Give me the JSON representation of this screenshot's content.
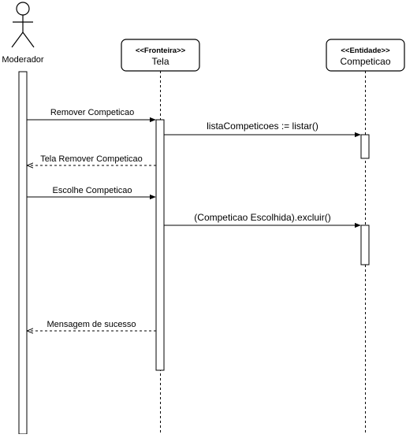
{
  "actors": {
    "moderador": {
      "name": "Moderador"
    }
  },
  "participants": {
    "tela": {
      "stereotype": "<<Fronteira>>",
      "name": "Tela"
    },
    "competicao": {
      "stereotype": "<<Entidade>>",
      "name": "Competicao"
    }
  },
  "messages": [
    {
      "label": "Remover Competicao",
      "kind": "sync"
    },
    {
      "label": "listaCompeticoes := listar()",
      "kind": "sync"
    },
    {
      "label": "Tela Remover Competicao",
      "kind": "return"
    },
    {
      "label": "Escolhe Competicao",
      "kind": "sync"
    },
    {
      "label": "(Competicao Escolhida).excluir()",
      "kind": "sync"
    },
    {
      "label": "Mensagem de sucesso",
      "kind": "return"
    }
  ]
}
